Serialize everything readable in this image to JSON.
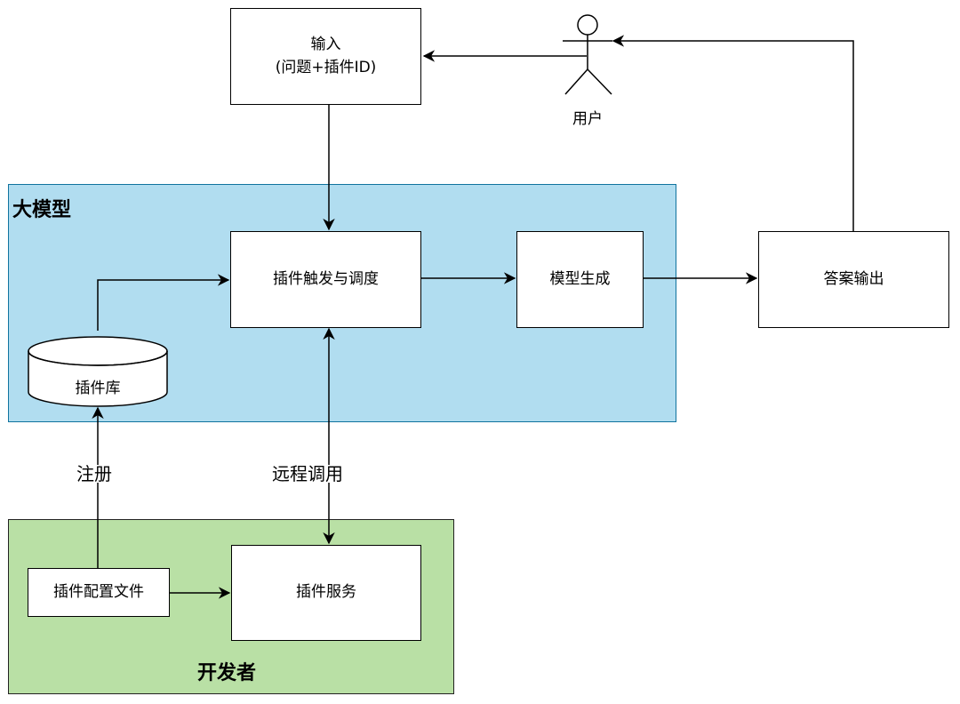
{
  "regions": {
    "llm": {
      "title": "大模型",
      "fill": "#b1ddf0",
      "stroke": "#10739e"
    },
    "developer": {
      "title": "开发者",
      "fill": "#b9e0a5",
      "stroke": "#222222"
    }
  },
  "nodes": {
    "input": {
      "line1": "输入",
      "line2": "(问题+插件ID)"
    },
    "trigger": "插件触发与调度",
    "generate": "模型生成",
    "answer": "答案输出",
    "plugin_db": "插件库",
    "config_file": "插件配置文件",
    "plugin_service": "插件服务",
    "user": "用户"
  },
  "edge_labels": {
    "register": "注册",
    "remote_call": "远程调用"
  }
}
